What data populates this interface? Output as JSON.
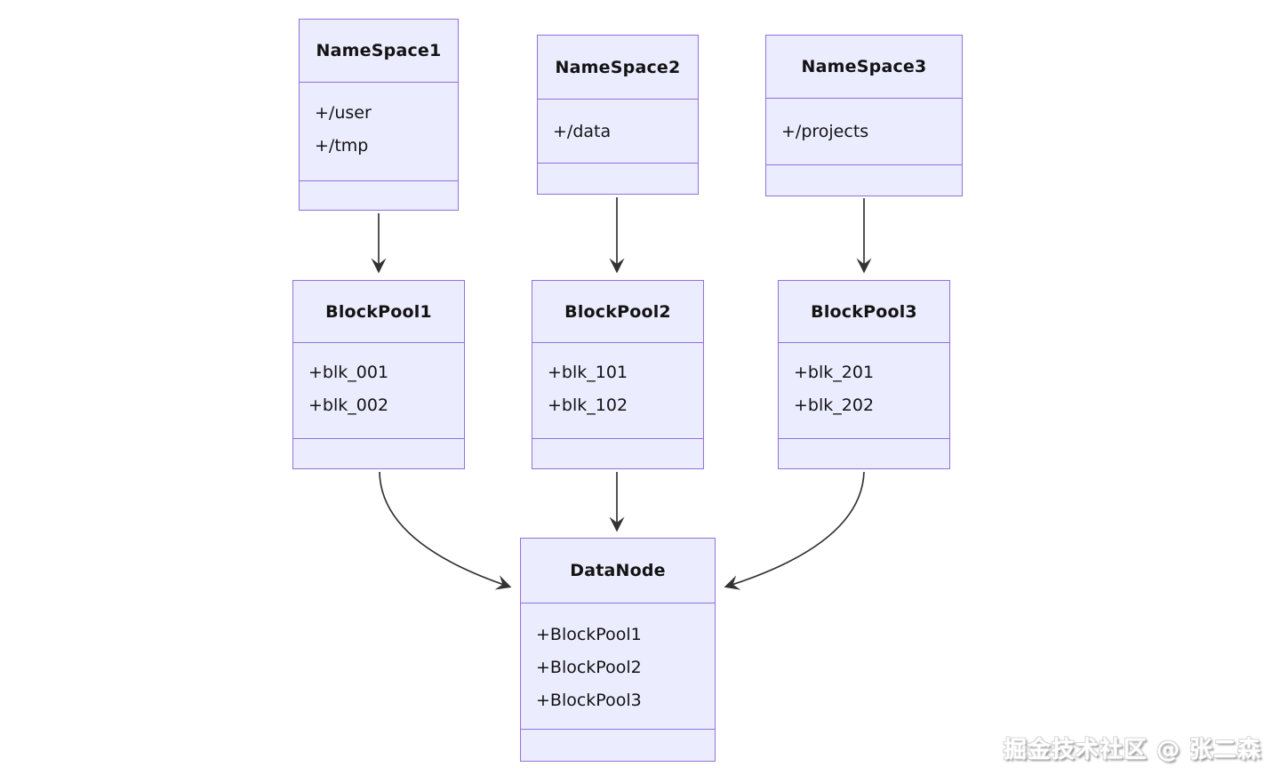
{
  "diagram": {
    "type": "class-diagram",
    "colors": {
      "node_fill": "#ECECFF",
      "node_border": "#9370DB",
      "edge": "#333333",
      "text": "#131313"
    },
    "nodes": {
      "ns1": {
        "title": "NameSpace1",
        "attrs": [
          "+/user",
          "+/tmp"
        ]
      },
      "ns2": {
        "title": "NameSpace2",
        "attrs": [
          "+/data"
        ]
      },
      "ns3": {
        "title": "NameSpace3",
        "attrs": [
          "+/projects"
        ]
      },
      "bp1": {
        "title": "BlockPool1",
        "attrs": [
          "+blk_001",
          "+blk_002"
        ]
      },
      "bp2": {
        "title": "BlockPool2",
        "attrs": [
          "+blk_101",
          "+blk_102"
        ]
      },
      "bp3": {
        "title": "BlockPool3",
        "attrs": [
          "+blk_201",
          "+blk_202"
        ]
      },
      "dn": {
        "title": "DataNode",
        "attrs": [
          "+BlockPool1",
          "+BlockPool2",
          "+BlockPool3"
        ]
      }
    },
    "edges": [
      {
        "from": "NameSpace1",
        "to": "BlockPool1"
      },
      {
        "from": "NameSpace2",
        "to": "BlockPool2"
      },
      {
        "from": "NameSpace3",
        "to": "BlockPool3"
      },
      {
        "from": "BlockPool1",
        "to": "DataNode"
      },
      {
        "from": "BlockPool2",
        "to": "DataNode"
      },
      {
        "from": "BlockPool3",
        "to": "DataNode"
      }
    ]
  },
  "watermark": {
    "text": "掘金技术社区 @ 张二森"
  }
}
